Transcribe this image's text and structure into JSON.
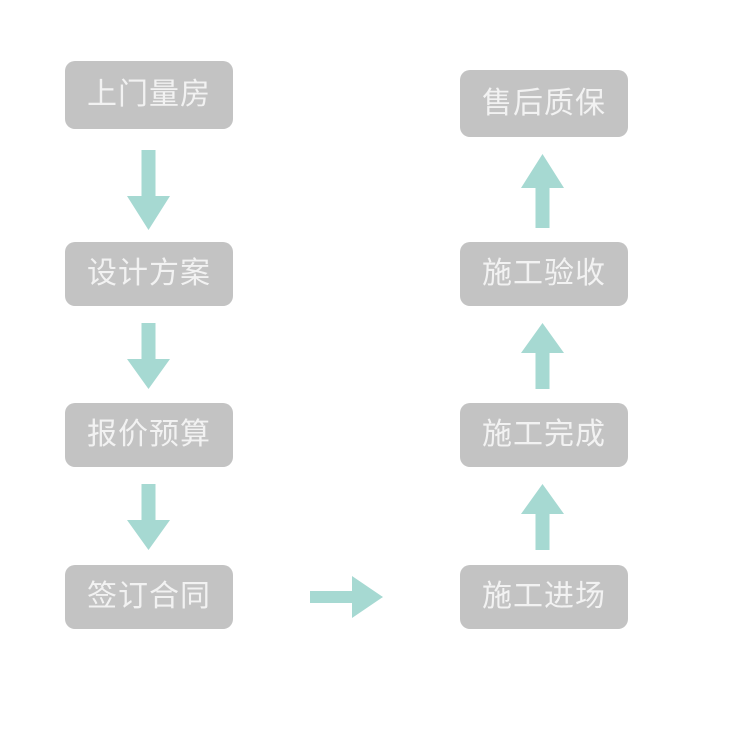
{
  "diagram": {
    "title": "",
    "type": "flowchart",
    "colors": {
      "node_fill": "#c3c3c3",
      "node_text": "#f2f2f2",
      "arrow_fill": "#a6d9d2",
      "background": "#ffffff"
    },
    "nodes": [
      {
        "id": "n0",
        "label": "上门量房",
        "column": "left",
        "row": 1
      },
      {
        "id": "n1",
        "label": "设计方案",
        "column": "left",
        "row": 2
      },
      {
        "id": "n2",
        "label": "报价预算",
        "column": "left",
        "row": 3
      },
      {
        "id": "n3",
        "label": "签订合同",
        "column": "left",
        "row": 4
      },
      {
        "id": "n4",
        "label": "施工进场",
        "column": "right",
        "row": 4
      },
      {
        "id": "n5",
        "label": "施工完成",
        "column": "right",
        "row": 3
      },
      {
        "id": "n6",
        "label": "施工验收",
        "column": "right",
        "row": 2
      },
      {
        "id": "n7",
        "label": "售后质保",
        "column": "right",
        "row": 1
      }
    ],
    "arrows": [
      {
        "id": "a0",
        "from": "n0",
        "to": "n1",
        "direction": "down",
        "icon": "arrow-down-icon"
      },
      {
        "id": "a1",
        "from": "n1",
        "to": "n2",
        "direction": "down",
        "icon": "arrow-down-icon"
      },
      {
        "id": "a2",
        "from": "n2",
        "to": "n3",
        "direction": "down",
        "icon": "arrow-down-icon"
      },
      {
        "id": "a3",
        "from": "n3",
        "to": "n4",
        "direction": "right",
        "icon": "arrow-right-icon"
      },
      {
        "id": "a4",
        "from": "n4",
        "to": "n5",
        "direction": "up",
        "icon": "arrow-up-icon"
      },
      {
        "id": "a5",
        "from": "n5",
        "to": "n6",
        "direction": "up",
        "icon": "arrow-up-icon"
      },
      {
        "id": "a6",
        "from": "n6",
        "to": "n7",
        "direction": "up",
        "icon": "arrow-up-icon"
      }
    ]
  }
}
